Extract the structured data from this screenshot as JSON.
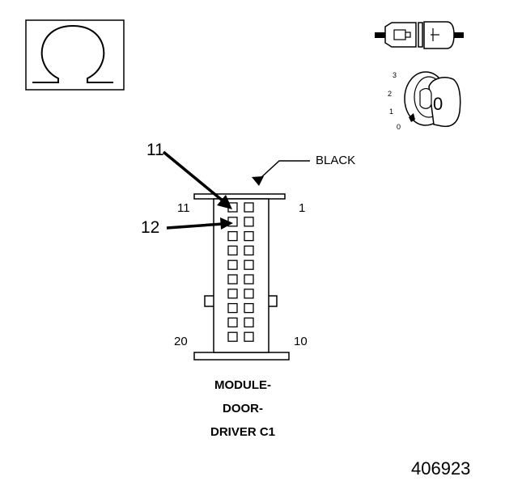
{
  "symbol": {
    "name": "ohm-resistance-symbol",
    "glyph": "Ω"
  },
  "connector": {
    "wire_color_label": "BLACK",
    "pin_first_top_left": "11",
    "pin_first_top_right": "1",
    "pin_bottom_left": "20",
    "pin_bottom_right": "10",
    "rows": 10,
    "columns": 2
  },
  "callouts": {
    "pin_11": "11",
    "pin_12": "12"
  },
  "title": {
    "line1": "MODULE-",
    "line2": "DOOR-",
    "line3": "DRIVER C1"
  },
  "ignition": {
    "positions": [
      "3",
      "2",
      "1",
      "0"
    ],
    "key_digit": "0"
  },
  "figure_number": "406923"
}
